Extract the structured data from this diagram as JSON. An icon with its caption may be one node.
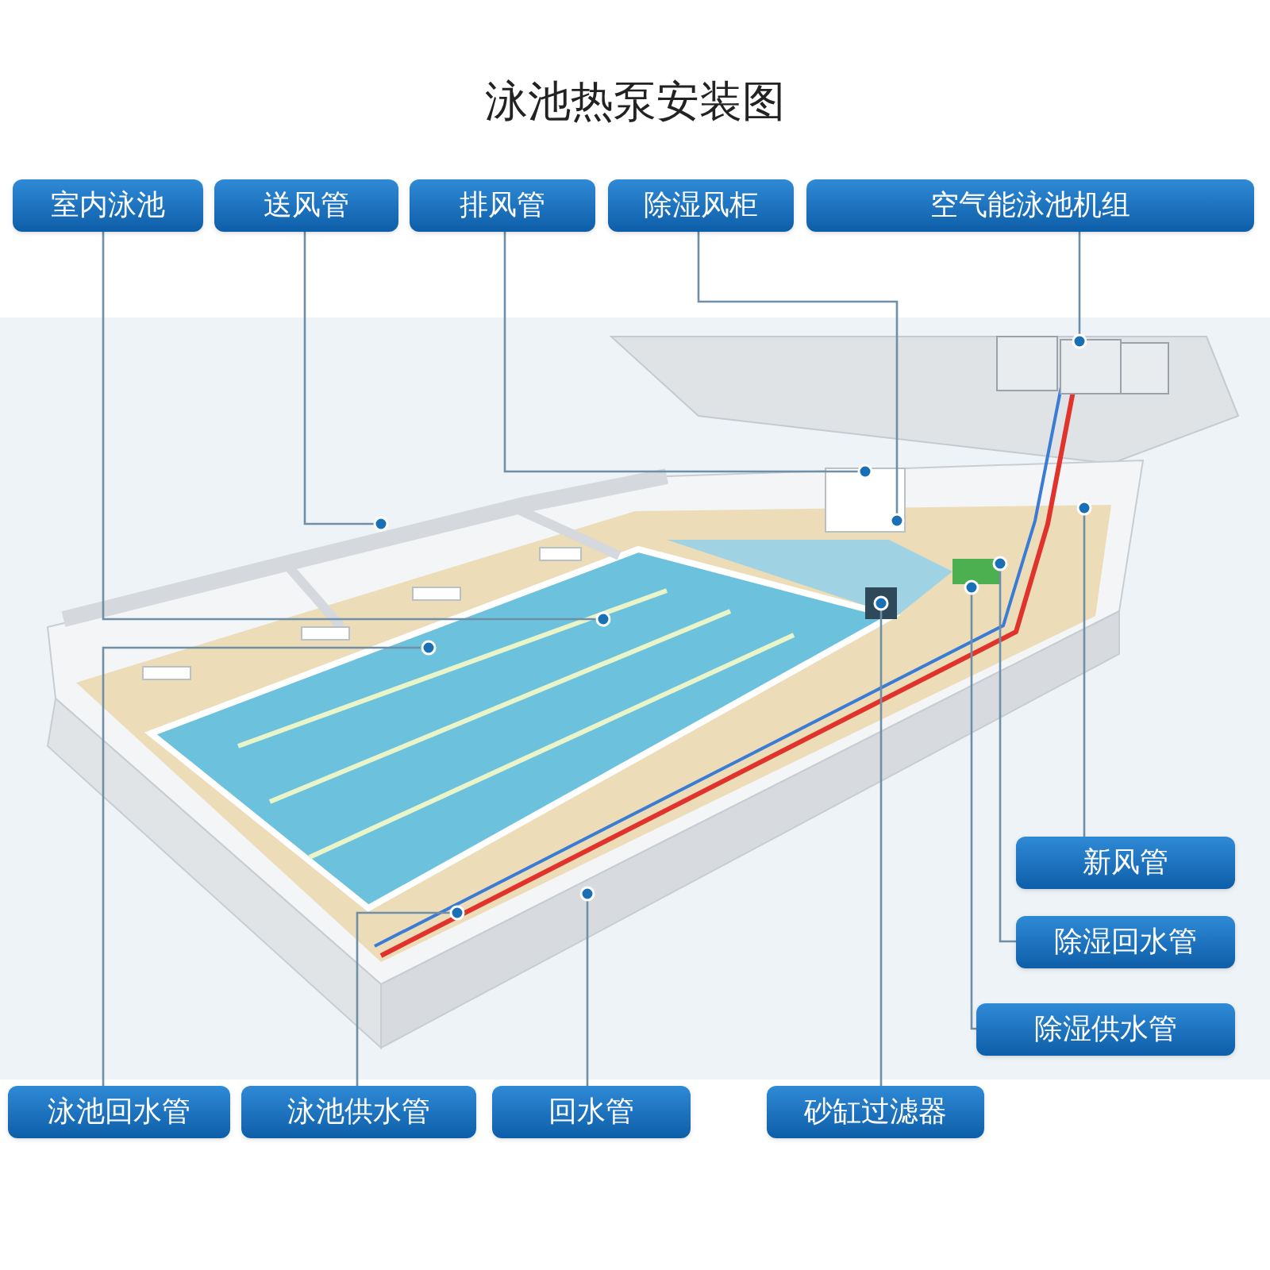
{
  "diagram": {
    "title": "泳池热泵安装图",
    "nodes": [
      {
        "text": [
          "室内泳池"
        ]
      },
      {
        "text": [
          "送风管"
        ]
      },
      {
        "text": [
          "排风管"
        ]
      },
      {
        "text": [
          "除湿风柜"
        ]
      },
      {
        "text": [
          "空气能泳池机组"
        ]
      },
      {
        "text": [
          "新风管"
        ]
      },
      {
        "text": [
          "除湿回水管"
        ]
      },
      {
        "text": [
          "除湿供水管"
        ]
      },
      {
        "text": [
          "泳池回水管"
        ]
      },
      {
        "text": [
          "泳池供水管"
        ]
      },
      {
        "text": [
          "回水管"
        ]
      },
      {
        "text": [
          "砂缸过滤器"
        ]
      }
    ],
    "edges": [
      {
        "from": 0,
        "to": null,
        "arrow": "other"
      },
      {
        "from": 1,
        "to": null,
        "arrow": "other"
      },
      {
        "from": 2,
        "to": null,
        "arrow": "other"
      },
      {
        "from": 3,
        "to": null,
        "arrow": "other"
      },
      {
        "from": 4,
        "to": null,
        "arrow": "other"
      },
      {
        "from": 5,
        "to": null,
        "arrow": "other"
      },
      {
        "from": 6,
        "to": null,
        "arrow": "other"
      },
      {
        "from": 7,
        "to": null,
        "arrow": "other"
      },
      {
        "from": 8,
        "to": null,
        "arrow": "other"
      },
      {
        "from": 9,
        "to": null,
        "arrow": "other"
      },
      {
        "from": 10,
        "to": null,
        "arrow": "other"
      },
      {
        "from": 11,
        "to": null,
        "arrow": "other"
      }
    ]
  }
}
